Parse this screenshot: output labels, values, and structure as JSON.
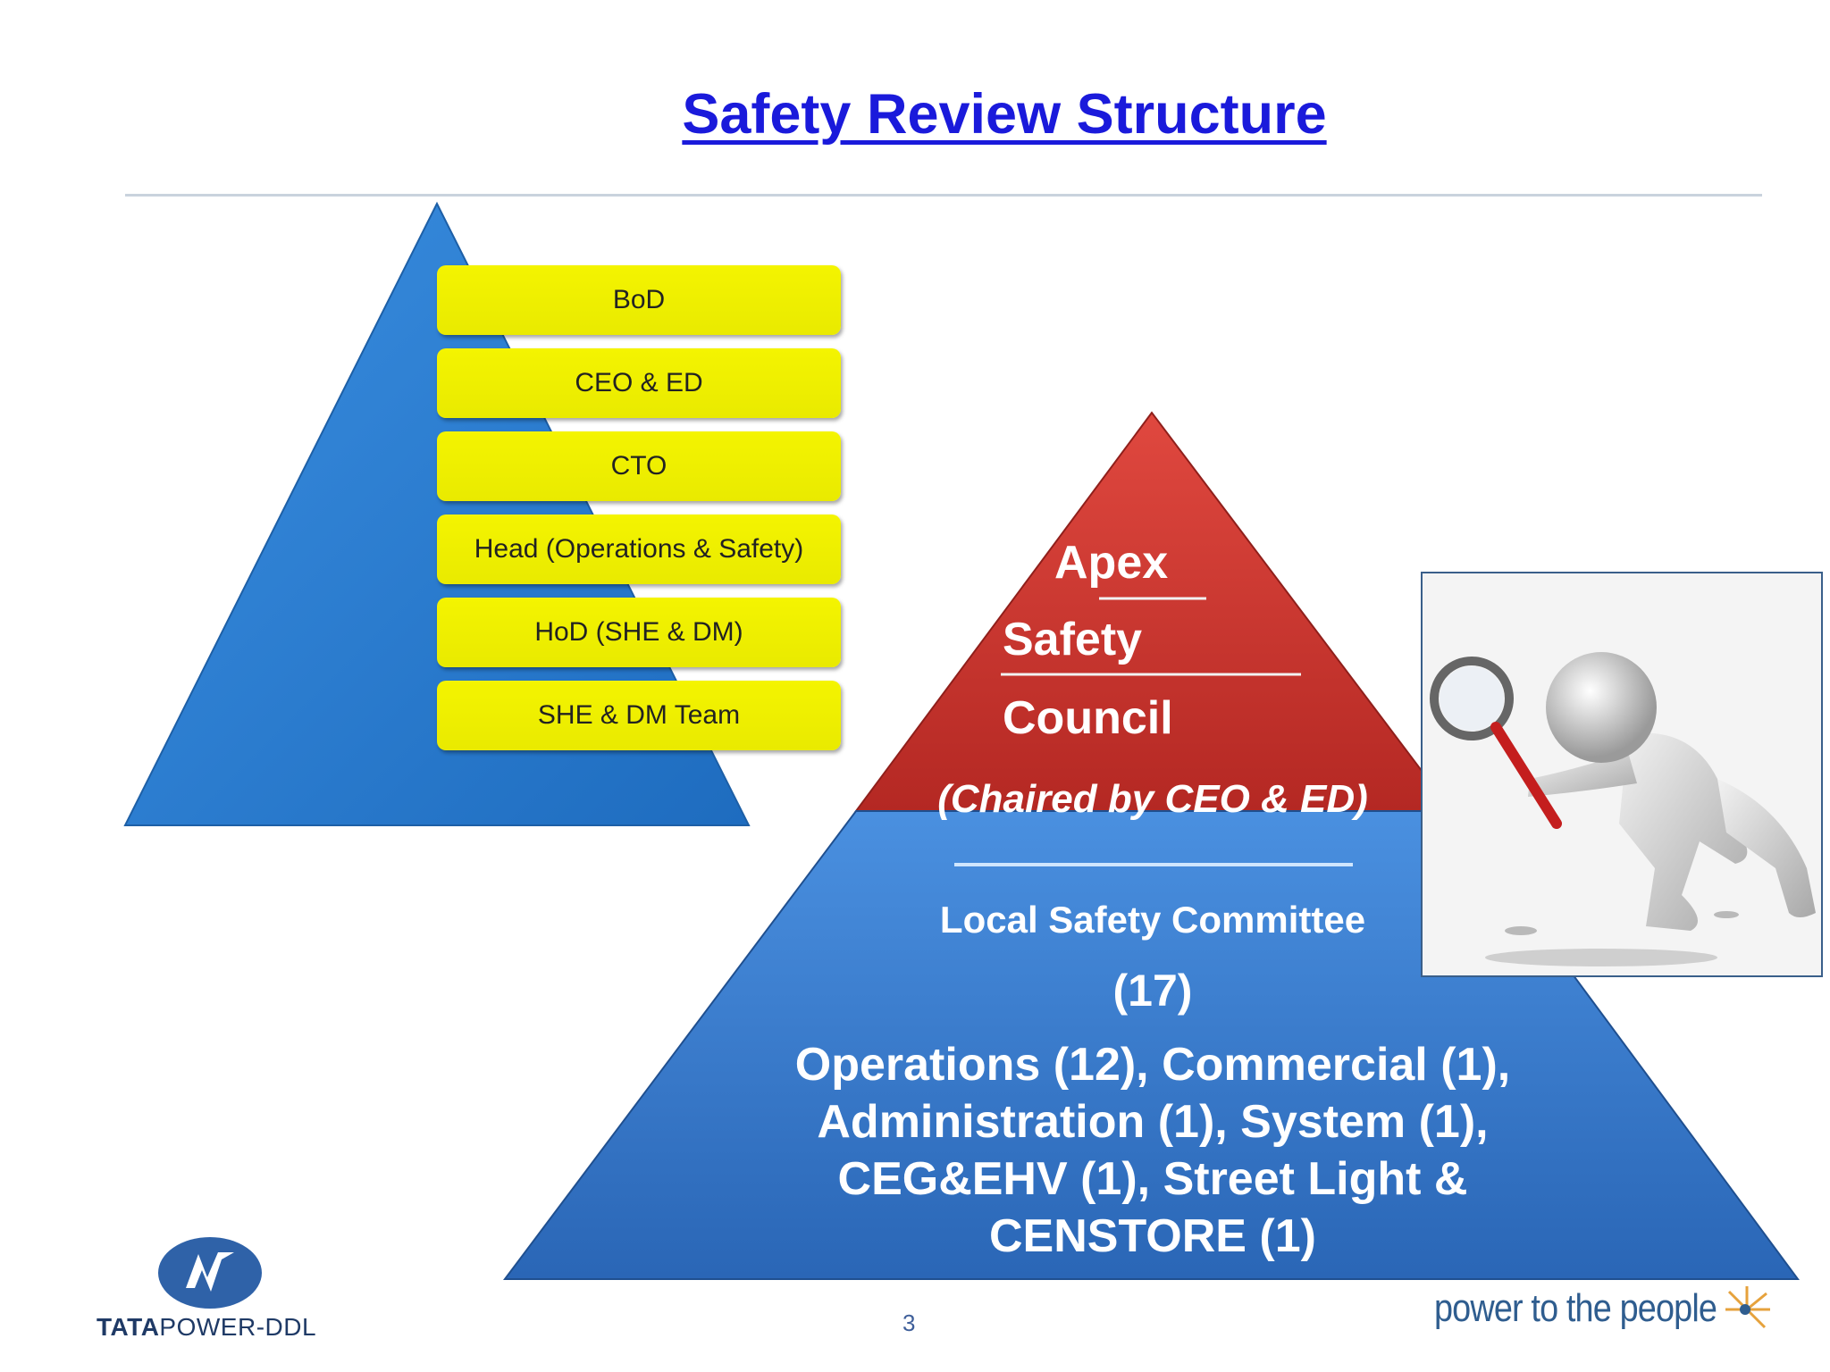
{
  "title": "Safety Review Structure",
  "left_pyramid": {
    "levels": [
      "BoD",
      "CEO & ED",
      "CTO",
      "Head (Operations & Safety)",
      "HoD (SHE & DM)",
      "SHE & DM Team"
    ]
  },
  "right_pyramid": {
    "apex_lines": [
      "Apex",
      "Safety",
      "Council"
    ],
    "apex_note": "(Chaired by CEO & ED)",
    "committee_title": "Local Safety Committee",
    "committee_count": "(17)",
    "committee_lines": [
      "Operations (12), Commercial (1),",
      "Administration (1), System (1),",
      "CEG&EHV (1), Street Light &",
      "CENSTORE  (1)"
    ]
  },
  "footer": {
    "logo_bold": "TATA",
    "logo_rest": "POWER-DDL",
    "page_number": "3",
    "tagline": "power to the people"
  },
  "colors": {
    "title": "#1a1adb",
    "pyramid_blue": "#2f7fd0",
    "apex_red": "#c9302c",
    "bar_yellow": "#f0f000"
  },
  "icons": {
    "logo": "tata-power-logo-icon",
    "photo": "magnifying-glass-figure-illustration",
    "tagline": "sunburst-person-icon"
  }
}
